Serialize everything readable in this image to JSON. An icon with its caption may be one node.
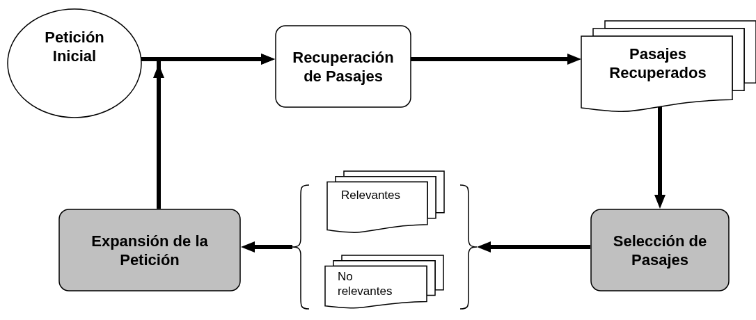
{
  "diagram": {
    "nodes": [
      {
        "text": [
          "Petición Inicial"
        ]
      },
      {
        "text": [
          "Recuperación de Pasajes"
        ]
      },
      {
        "text": [
          "Pasajes Recuperados"
        ]
      },
      {
        "text": [],
        "shape": "bracket"
      },
      {
        "text": [
          "Relevantes"
        ],
        "in": 3
      },
      {
        "text": [
          "No relevantes"
        ],
        "in": 3
      },
      {
        "text": [
          "Expansión de la Petición"
        ]
      },
      {
        "text": [
          "Selección de Pasajes"
        ]
      }
    ],
    "edges": [
      {
        "from": 0,
        "to": 1,
        "arrow": "to"
      },
      {
        "from": 6,
        "to": 1,
        "arrow": "to"
      },
      {
        "from": 1,
        "to": 2,
        "arrow": "to"
      },
      {
        "from": 2,
        "to": 7,
        "arrow": "to"
      },
      {
        "from": 7,
        "to": 3,
        "arrow": "to"
      },
      {
        "from": 3,
        "to": 6,
        "arrow": "to"
      }
    ]
  }
}
